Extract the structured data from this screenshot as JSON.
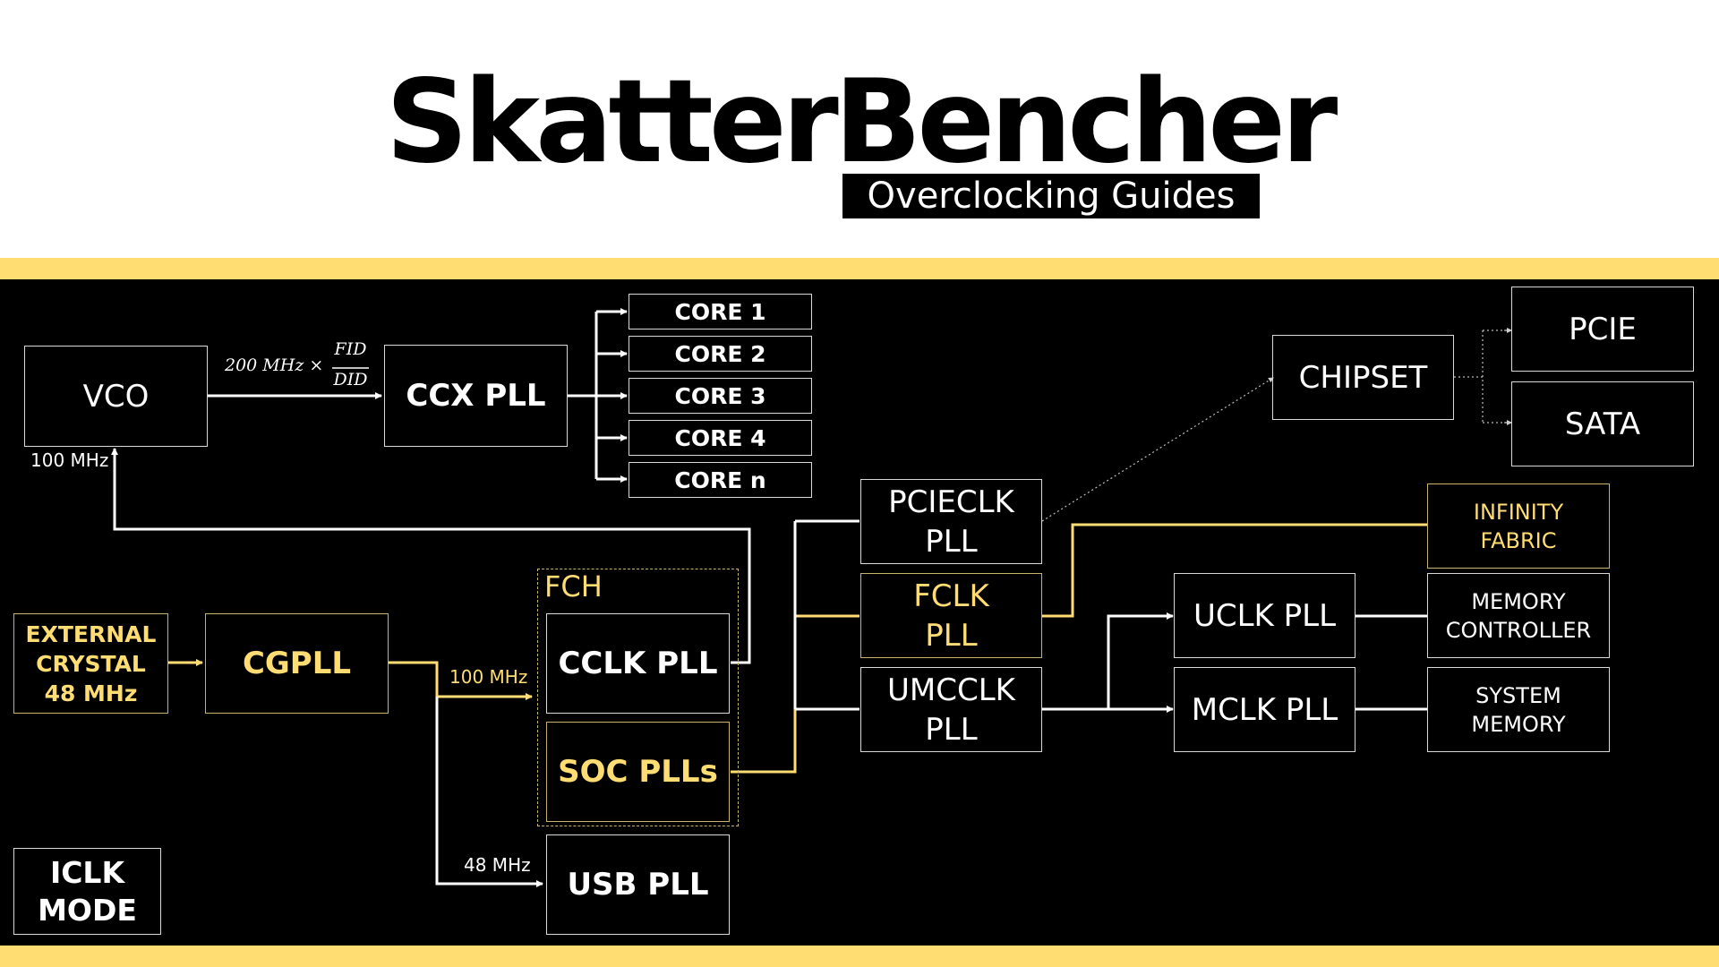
{
  "brand": {
    "title": "SkatterBencher",
    "subtitle": "Overclocking Guides"
  },
  "colors": {
    "accent": "#ffdd73",
    "background": "#000000",
    "line": "#ffffff"
  },
  "blocks": {
    "vco": "VCO",
    "ccx_pll": "CCX PLL",
    "cores": [
      "CORE 1",
      "CORE 2",
      "CORE 3",
      "CORE 4",
      "CORE n"
    ],
    "external_crystal": "EXTERNAL\nCRYSTAL\n48 MHz",
    "cgpll": "CGPLL",
    "fch": "FCH",
    "cclk_pll": "CCLK PLL",
    "soc_plls": "SOC PLLs",
    "usb_pll": "USB PLL",
    "pcieclk_pll": "PCIECLK\nPLL",
    "fclk_pll": "FCLK\nPLL",
    "umcclk_pll": "UMCCLK\nPLL",
    "uclk_pll": "UCLK PLL",
    "mclk_pll": "MCLK PLL",
    "chipset": "CHIPSET",
    "pcie": "PCIE",
    "sata": "SATA",
    "infinity_fabric": "INFINITY\nFABRIC",
    "memory_controller": "MEMORY\nCONTROLLER",
    "system_memory": "SYSTEM\nMEMORY",
    "iclk_mode": "ICLK\nMODE"
  },
  "labels": {
    "vco_ref": "100 MHz",
    "cgpll_100": "100 MHz",
    "cgpll_48": "48 MHz",
    "formula_prefix": "200 MHz ×",
    "formula_num": "FID",
    "formula_den": "DID"
  }
}
